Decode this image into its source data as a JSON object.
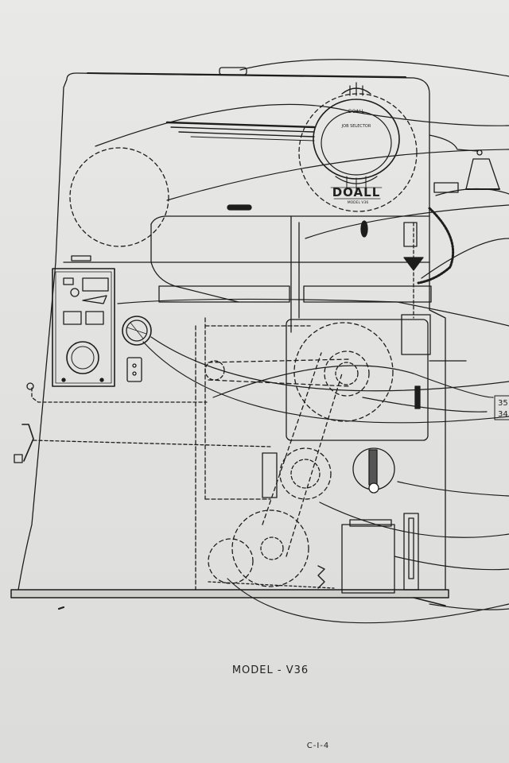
{
  "machine": {
    "brand": "DOALL",
    "model_label": "MODEL V36",
    "dial_brand": "DOALL",
    "dial_label": "JOB SELECTOR"
  },
  "captions": {
    "model": "MODEL - V36",
    "page_number": "C-I-4"
  },
  "callout_marks": {
    "top": "35",
    "bottom": "34"
  }
}
